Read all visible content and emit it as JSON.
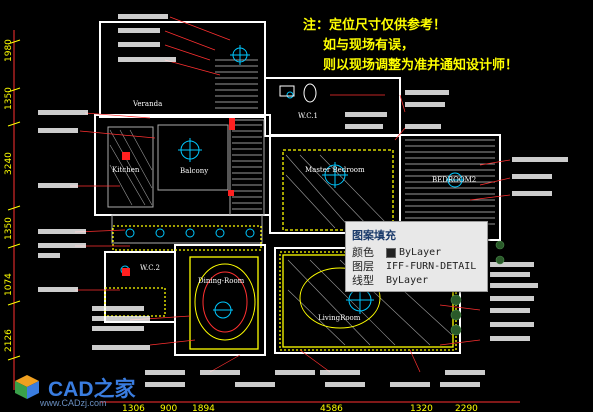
{
  "note": {
    "line1": "注：定位尺寸仅供参考！",
    "line2": "如与现场有误，",
    "line3": "则以现场调整为准并通知设计师！"
  },
  "rooms": {
    "veranda": "Veranda",
    "kitchen": "Kitchen",
    "balcony": "Balcony",
    "wc1": "W.C.1",
    "master_bedroom": "Master Bedroom",
    "bedroom2": "BEDROOM2",
    "wc2": "W.C.2",
    "dining_room": "Dining-Room",
    "living_room": "LivingRoom"
  },
  "tooltip": {
    "title": "图案填充",
    "color_label": "颜色",
    "color_value": "ByLayer",
    "layer_label": "图层",
    "layer_value": "IFF-FURN-DETAIL",
    "linetype_label": "线型",
    "linetype_value": "ByLayer"
  },
  "dims_left": [
    "1980",
    "1350",
    "3240",
    "1350",
    "1074",
    "2126"
  ],
  "dims_bottom": [
    "1306",
    "900",
    "1894",
    "4586",
    "1320",
    "2290"
  ],
  "logo": {
    "brand": "CAD之家",
    "url": "www.CADzj.com"
  },
  "colors": {
    "background": "#000000",
    "walls": "#ffffff",
    "annotation": "#ff0000",
    "dimension": "#ffff00",
    "furniture": "#00c8ff",
    "hatch": "#ffff00"
  }
}
